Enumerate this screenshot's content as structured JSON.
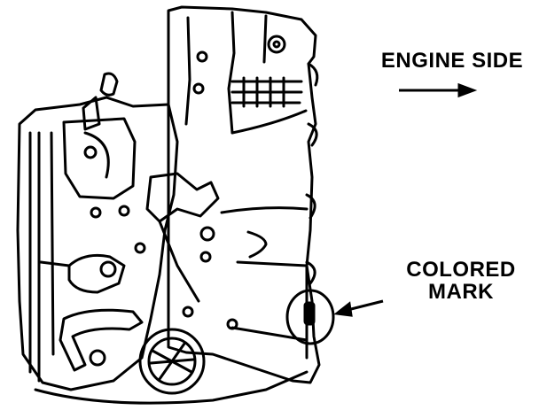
{
  "labels": {
    "engine_side": "ENGINE SIDE",
    "colored_mark_line1": "COLORED",
    "colored_mark_line2": "MARK"
  },
  "colors": {
    "ink": "#000000",
    "paper": "#ffffff"
  },
  "icons": {
    "direction_arrow": "arrow-right-icon",
    "callout_arrow": "arrow-left-icon"
  }
}
